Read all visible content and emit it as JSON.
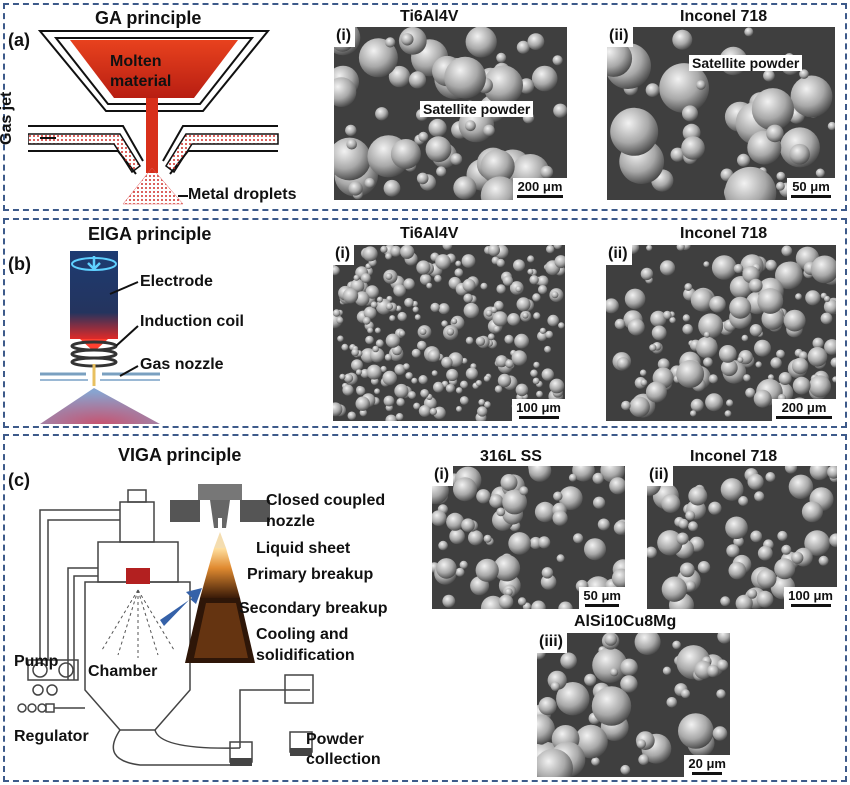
{
  "panels": {
    "a": {
      "letter": "(a)",
      "title": "GA principle",
      "labels": {
        "molten": "Molten material",
        "gas_jet": "Gas jet",
        "droplets": "Metal droplets"
      },
      "images": [
        {
          "tag": "(i)",
          "caption": "Ti6Al4V",
          "callout": "Satellite powder",
          "scale": "200 μm"
        },
        {
          "tag": "(ii)",
          "caption": "Inconel 718",
          "callout": "Satellite powder",
          "scale": "50 μm"
        }
      ]
    },
    "b": {
      "letter": "(b)",
      "title": "EIGA principle",
      "labels": {
        "electrode": "Electrode",
        "coil": "Induction coil",
        "nozzle": "Gas nozzle"
      },
      "images": [
        {
          "tag": "(i)",
          "caption": "Ti6Al4V",
          "scale": "100 μm"
        },
        {
          "tag": "(ii)",
          "caption": "Inconel 718",
          "scale": "200 μm"
        }
      ]
    },
    "c": {
      "letter": "(c)",
      "title": "VIGA principle",
      "labels": {
        "nozzle": "Closed coupled nozzle",
        "sheet": "Liquid sheet",
        "primary": "Primary breakup",
        "secondary": "Secondary breakup",
        "cooling": "Cooling and solidification",
        "pump": "Pump",
        "chamber": "Chamber",
        "regulator": "Regulator",
        "collection": "Powder collection"
      },
      "images": [
        {
          "tag": "(i)",
          "caption": "316L SS",
          "scale": "50 μm"
        },
        {
          "tag": "(ii)",
          "caption": "Inconel 718",
          "scale": "100 μm"
        },
        {
          "tag": "(iii)",
          "caption": "AlSi10Cu8Mg",
          "scale": "20 μm"
        }
      ]
    }
  },
  "colors": {
    "border": "#3d5a8a",
    "molten": "#d8301a",
    "sem_bg": "#4a4a4a"
  }
}
